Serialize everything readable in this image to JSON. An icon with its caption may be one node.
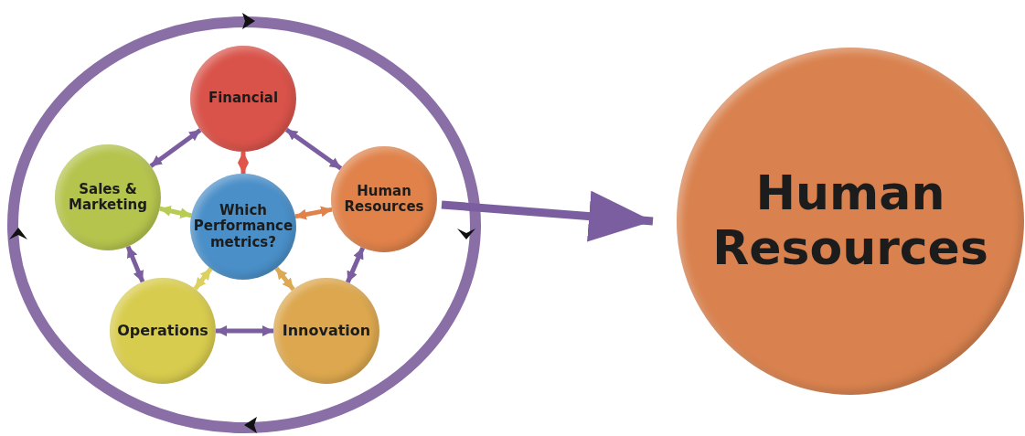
{
  "diagram": {
    "nodes": [
      {
        "text": [
          "Financial"
        ]
      },
      {
        "text": [
          "Sales & Marketing"
        ]
      },
      {
        "text": [
          "Which Performance metrics?"
        ]
      },
      {
        "text": [
          "Human Resources"
        ]
      },
      {
        "text": [
          "Operations"
        ]
      },
      {
        "text": [
          "Innovation"
        ]
      },
      {
        "text": [
          "Human Resources"
        ]
      }
    ],
    "edges": [
      {
        "from": 0,
        "to": 1,
        "arrow": "both"
      },
      {
        "from": 0,
        "to": 3,
        "arrow": "both"
      },
      {
        "from": 0,
        "to": 2,
        "arrow": "both",
        "color": "#e0554a"
      },
      {
        "from": 1,
        "to": 2,
        "arrow": "both",
        "color": "#b8cc55"
      },
      {
        "from": 2,
        "to": 3,
        "arrow": "both",
        "color": "#e0824a"
      },
      {
        "from": 1,
        "to": 4,
        "arrow": "both"
      },
      {
        "from": 3,
        "to": 5,
        "arrow": "both"
      },
      {
        "from": 2,
        "to": 4,
        "arrow": "both",
        "color": "#dcd060"
      },
      {
        "from": 2,
        "to": 5,
        "arrow": "both",
        "color": "#dcaa55"
      },
      {
        "from": 4,
        "to": 5,
        "arrow": "both"
      },
      {
        "from": 3,
        "to": 6,
        "arrow": "to",
        "style": "thick"
      }
    ]
  }
}
